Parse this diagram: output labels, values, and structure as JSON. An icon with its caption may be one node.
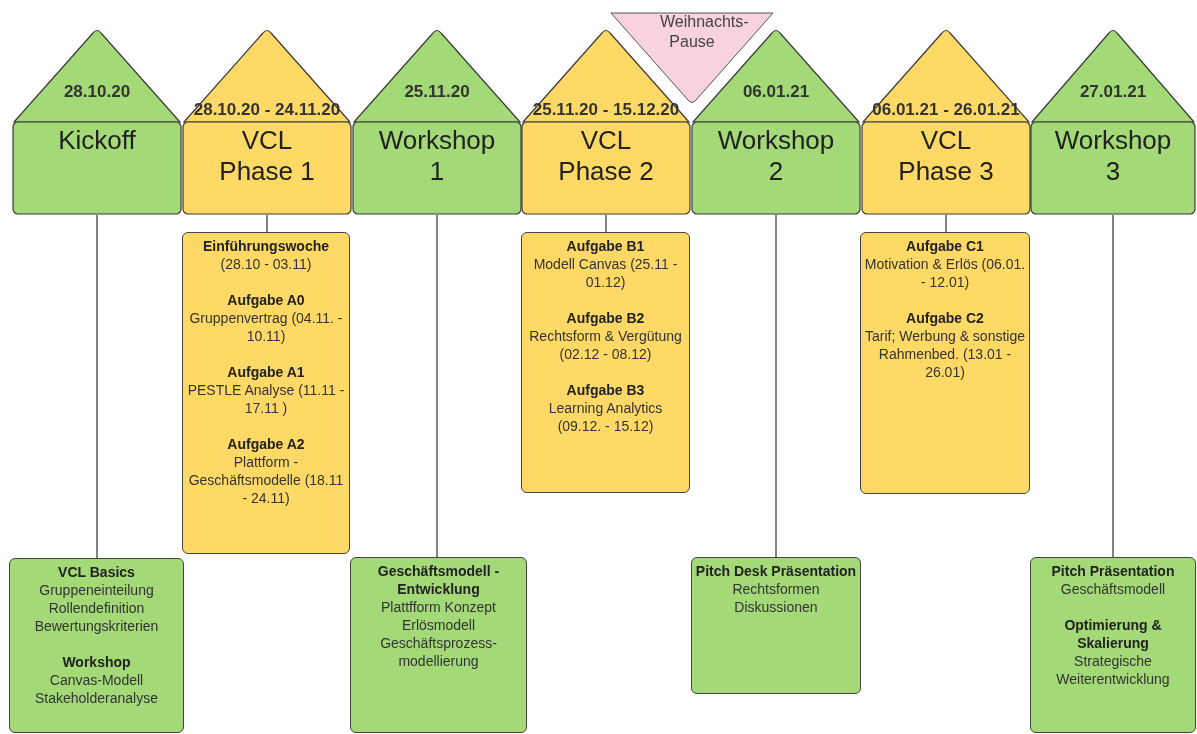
{
  "diagram": {
    "nodes": [
      {
        "text": [
          "28.10.20",
          "Kickoff"
        ]
      },
      {
        "text": [
          "28.10.20 - 24.11.20",
          "VCL Phase 1"
        ]
      },
      {
        "text": [
          "25.11.20",
          "Workshop 1"
        ]
      },
      {
        "text": [
          "25.11.20 - 15.12.20",
          "VCL Phase 2"
        ]
      },
      {
        "text": [
          "06.01.21",
          "Workshop 2"
        ]
      },
      {
        "text": [
          "06.01.21 - 26.01.21",
          "VCL Phase 3"
        ]
      },
      {
        "text": [
          "27.01.21",
          "Workshop 3"
        ]
      },
      {
        "text": [
          "Weihnachts-Pause"
        ]
      },
      {
        "text": [
          "**Einführungswoche** (28.10 - 03.11)",
          "**Aufgabe A0** Gruppenvertrag (04.11. - 10.11)",
          "**Aufgabe A1** PESTLE Analyse (11.11 - 17.11 )",
          "**Aufgabe A2** Plattform - Geschäftsmodelle (18.11 - 24.11)"
        ]
      },
      {
        "text": [
          "**Aufgabe B1** Modell Canvas (25.11 - 01.12)",
          "**Aufgabe B2** Rechtsform & Vergütung (02.12 - 08.12)",
          "**Aufgabe B3** Learning Analytics (09.12. - 15.12)"
        ]
      },
      {
        "text": [
          "**Aufgabe C1** Motivation & Erlös (06.01. - 12.01)",
          "**Aufgabe C2** Tarif; Werbung & sonstige Rahmenbed. (13.01 - 26.01)"
        ]
      },
      {
        "text": [
          "**VCL Basics** Gruppeneinteilung Rollendefinition Bewertungskriterien",
          "**Workshop** Canvas-Modell Stakeholderanalyse"
        ]
      },
      {
        "text": [
          "**Geschäftsmodell - Entwicklung** Plattfform Konzept Erlösmodell Geschäftsprozess-modellierung"
        ]
      },
      {
        "text": [
          "**Pitch Desk Präsentation** Rechtsformen Diskussionen"
        ]
      },
      {
        "text": [
          "**Pitch Präsentation** Geschäftsmodell",
          "**Optimierung & Skalierung** Strategische Weiterentwicklung"
        ]
      }
    ],
    "edges": [
      {
        "from": 0,
        "to": 11,
        "arrow": "none"
      },
      {
        "from": 1,
        "to": 8,
        "arrow": "none"
      },
      {
        "from": 2,
        "to": 12,
        "arrow": "none"
      },
      {
        "from": 3,
        "to": 9,
        "arrow": "none"
      },
      {
        "from": 4,
        "to": 13,
        "arrow": "none"
      },
      {
        "from": 5,
        "to": 10,
        "arrow": "none"
      },
      {
        "from": 6,
        "to": 14,
        "arrow": "none"
      }
    ]
  }
}
